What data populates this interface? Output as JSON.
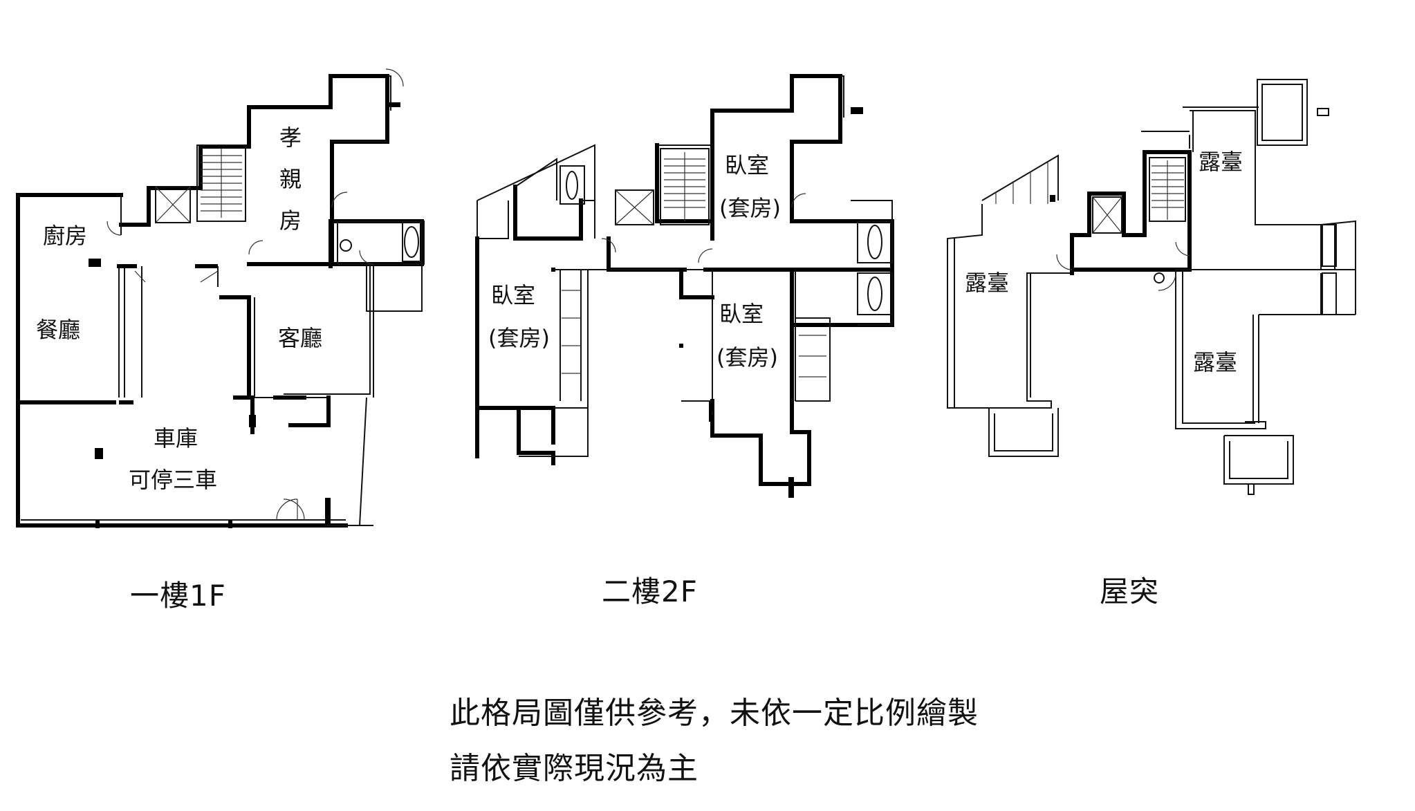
{
  "floors": [
    {
      "id": "1f",
      "label": "一樓1F",
      "rooms": {
        "kitchen": "廚房",
        "dining": "餐廳",
        "living": "客廳",
        "parent_1": "孝",
        "parent_2": "親",
        "parent_3": "房",
        "garage": "車庫",
        "garage_note": "可停三車"
      }
    },
    {
      "id": "2f",
      "label": "二樓2F",
      "rooms": {
        "bedroom": "臥室",
        "suite": "(套房)"
      }
    },
    {
      "id": "roof",
      "label": "屋突",
      "rooms": {
        "terrace": "露臺"
      }
    }
  ],
  "notes": {
    "line1": "此格局圖僅供參考，未依一定比例繪製",
    "line2": "請依實際現況為主"
  }
}
